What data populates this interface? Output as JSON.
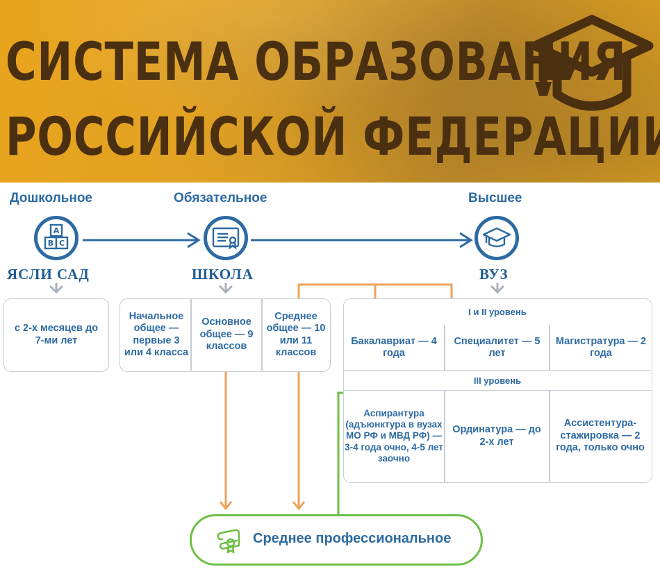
{
  "header": {
    "title_line1": "СИСТЕМА ОБРАЗОВАНИЯ",
    "title_line2": "РОССИЙСКОЙ ФЕДЕРАЦИИ",
    "icon": "graduation-cap-icon"
  },
  "stages": {
    "preschool": {
      "label": "Дошкольное",
      "overlay": "ЯСЛИ  САД",
      "icon": "abc-blocks-icon"
    },
    "compulsory": {
      "label": "Обязательное",
      "overlay": "ШКОЛА",
      "icon": "certificate-icon"
    },
    "higher": {
      "label": "Высшее",
      "overlay": "ВУЗ",
      "icon": "graduation-cap-icon"
    }
  },
  "preschool_box": {
    "text": "с 2-х месяцев до 7-ми лет"
  },
  "school_box": {
    "cells": [
      "Начальное общее — первые 3 или 4 класса",
      "Основное общее — 9 классов",
      "Среднее общее — 10 или 11 классов"
    ]
  },
  "higher_box": {
    "level1_label": "I и II уровень",
    "level1_cells": [
      "Бакалавриат — 4 года",
      "Специалитет — 5 лет",
      "Магистратура — 2 года"
    ],
    "level3_label": "III уровень",
    "level3_cells": [
      "Аспирантура (адъюнктура в вузах МО РФ и МВД РФ) — 3-4 года очно, 4-5 лет заочно",
      "Ординатура — до 2-х лет",
      "Ассистентура-стажировка — 2 года, только очно"
    ]
  },
  "vocational": {
    "label": "Среднее профессиональное",
    "icon": "diploma-scroll-icon"
  },
  "colors": {
    "blue": "#2d6aa3",
    "orange": "#eda359",
    "green": "#6fbf47",
    "banner": "#e3a01f",
    "title": "#4a2f10"
  }
}
